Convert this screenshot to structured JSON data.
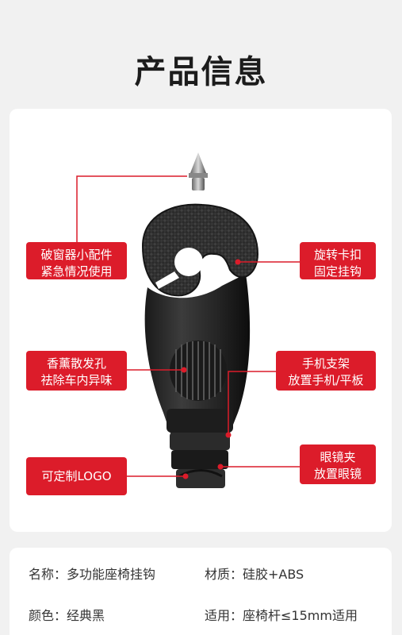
{
  "header": {
    "title": "产品信息"
  },
  "callouts": {
    "window_breaker": {
      "line1": "破窗器小配件",
      "line2": "紧急情况使用"
    },
    "rotating_clip": {
      "line1": "旋转卡扣",
      "line2": "固定挂钩"
    },
    "aroma": {
      "line1": "香薰散发孔",
      "line2": "祛除车内异味"
    },
    "phone_stand": {
      "line1": "手机支架",
      "line2": "放置手机/平板"
    },
    "logo": {
      "line1": "可定制LOGO"
    },
    "glasses": {
      "line1": "眼镜夹",
      "line2": "放置眼镜"
    }
  },
  "specs": {
    "name": "名称：多功能座椅挂钩",
    "material": "材质：硅胶+ABS",
    "color": "颜色：经典黑",
    "usage": "适用：座椅杆≤15mm适用"
  },
  "colors": {
    "accent": "#dc1c2a",
    "background": "#f1f1f1",
    "card": "#ffffff"
  }
}
